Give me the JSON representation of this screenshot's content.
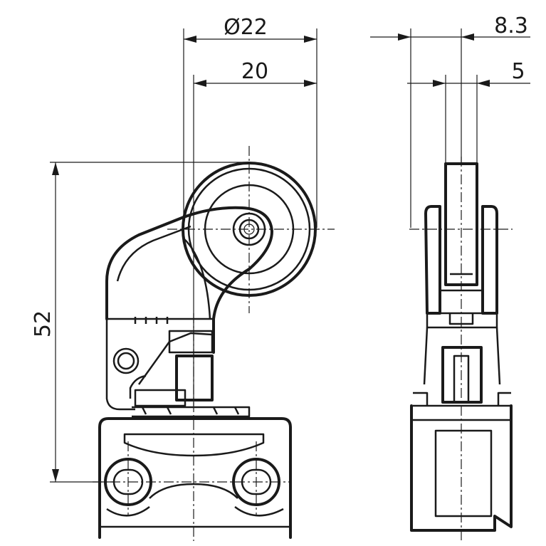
{
  "dimensions": {
    "roller_diameter": "Ø22",
    "roller_center_offset": "20",
    "overall_height": "52",
    "side_width": "8.3",
    "roller_width": "5"
  },
  "colors": {
    "line": "#1a1a1a",
    "background": "#ffffff"
  }
}
